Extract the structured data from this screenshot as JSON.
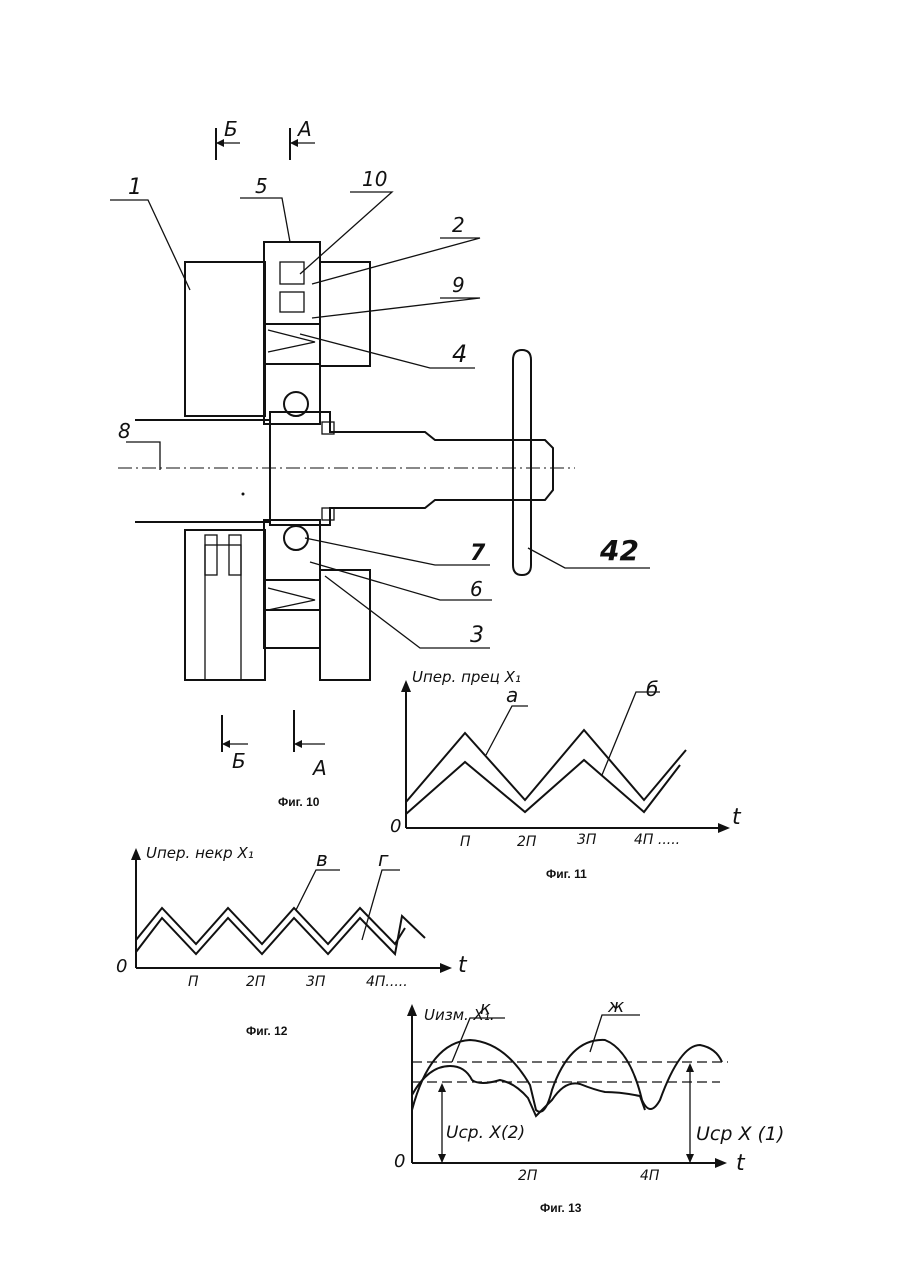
{
  "section_marks": {
    "b": "Б",
    "a": "А"
  },
  "fig10": {
    "caption": "Фиг. 10",
    "labels": [
      "1",
      "5",
      "10",
      "2",
      "9",
      "4",
      "8",
      "7",
      "6",
      "3",
      "42"
    ]
  },
  "fig11": {
    "caption": "Фиг. 11",
    "ylabel": "Uпер. прец X₁",
    "xlabel": "t",
    "origin": "0",
    "ticks": [
      "П",
      "2П",
      "3П",
      "4П ....."
    ],
    "curve_labels": [
      "а",
      "б"
    ]
  },
  "fig12": {
    "caption": "Фиг. 12",
    "ylabel": "Uпер. некр X₁",
    "xlabel": "t",
    "origin": "0",
    "ticks": [
      "П",
      "2П",
      "3П",
      "4П....."
    ],
    "curve_labels": [
      "в",
      "г"
    ]
  },
  "fig13": {
    "caption": "Фиг. 13",
    "ylabel": "Uизм. X₁.",
    "xlabel": "t",
    "origin": "0",
    "ticks": [
      "2П",
      "4П"
    ],
    "curve_labels": [
      "к",
      "ж"
    ],
    "level_labels": [
      "Uср. X(2)",
      "Uср X (1)"
    ]
  }
}
